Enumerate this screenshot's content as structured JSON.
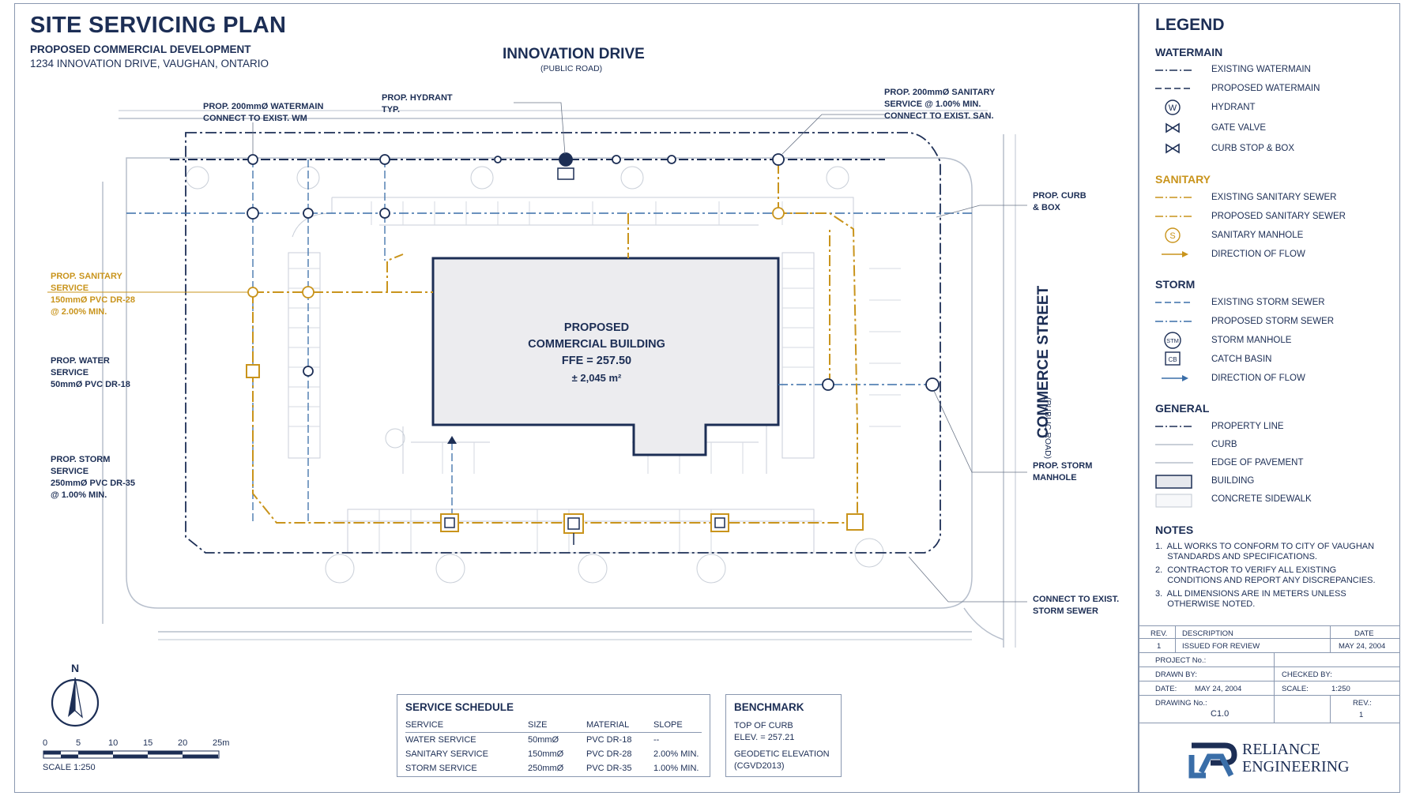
{
  "header": {
    "title": "SITE SERVICING PLAN",
    "subtitle1": "PROPOSED COMMERCIAL DEVELOPMENT",
    "subtitle2": "1234 INNOVATION DRIVE, VAUGHAN, ONTARIO"
  },
  "roads": {
    "north_name": "INNOVATION DRIVE",
    "north_sub": "(PUBLIC ROAD)",
    "east_name": "COMMERCE STREET",
    "east_sub": "(PUBLIC ROAD)"
  },
  "building": {
    "line1": "PROPOSED",
    "line2": "COMMERCIAL BUILDING",
    "ffe": "FFE = 257.50",
    "area": "± 2,045 m²"
  },
  "annotations": {
    "watermain": "PROP. 200mmØ WATERMAIN\nCONNECT TO EXIST. WM",
    "hydrant": "PROP. HYDRANT\nTYP.",
    "sanitary_conn": "PROP. 200mmØ SANITARY\nSERVICE @ 1.00% MIN.\nCONNECT TO EXIST. SAN.",
    "curb_box": "PROP. CURB\n& BOX",
    "san_service": "PROP. SANITARY\nSERVICE\n150mmØ PVC DR-28\n@ 2.00% MIN.",
    "water_service": "PROP. WATER\nSERVICE\n50mmØ PVC DR-18",
    "storm_service": "PROP. STORM\nSERVICE\n250mmØ PVC DR-35\n@ 1.00% MIN.",
    "storm_mh": "PROP. STORM\nMANHOLE",
    "storm_conn": "CONNECT TO EXIST.\nSTORM SEWER"
  },
  "legend": {
    "title": "LEGEND",
    "groups": [
      {
        "heading": "WATERMAIN",
        "color": "#1c2e55",
        "items": [
          {
            "symbol": "dashdot-navy",
            "label": "EXISTING WATERMAIN"
          },
          {
            "symbol": "dash-navy",
            "label": "PROPOSED WATERMAIN"
          },
          {
            "symbol": "hydrant-icon",
            "label": "HYDRANT"
          },
          {
            "symbol": "valve-icon",
            "label": "GATE VALVE"
          },
          {
            "symbol": "valve-icon",
            "label": "CURB STOP & BOX"
          }
        ]
      },
      {
        "heading": "SANITARY",
        "color": "#c9941c",
        "items": [
          {
            "symbol": "dashdot-gold",
            "label": "EXISTING SANITARY SEWER"
          },
          {
            "symbol": "dash-gold",
            "label": "PROPOSED SANITARY SEWER"
          },
          {
            "symbol": "sanitary-mh-icon",
            "label": "SANITARY MANHOLE"
          },
          {
            "symbol": "arrow-gold",
            "label": "DIRECTION OF FLOW"
          }
        ]
      },
      {
        "heading": "STORM",
        "color": "#1c2e55",
        "items": [
          {
            "symbol": "dashdot-blue",
            "label": "EXISTING STORM SEWER"
          },
          {
            "symbol": "dash-blue",
            "label": "PROPOSED STORM SEWER"
          },
          {
            "symbol": "storm-mh-icon",
            "label": "STORM MANHOLE"
          },
          {
            "symbol": "catch-basin-icon",
            "label": "CATCH BASIN"
          },
          {
            "symbol": "arrow-blue",
            "label": "DIRECTION OF FLOW"
          }
        ]
      },
      {
        "heading": "GENERAL",
        "color": "#1c2e55",
        "items": [
          {
            "symbol": "dashdot-navy",
            "label": "PROPERTY LINE"
          },
          {
            "symbol": "line-grey",
            "label": "CURB"
          },
          {
            "symbol": "line-grey",
            "label": "EDGE OF PAVEMENT"
          },
          {
            "symbol": "building-box",
            "label": "BUILDING"
          },
          {
            "symbol": "sidewalk-box",
            "label": "CONCRETE SIDEWALK"
          }
        ]
      }
    ]
  },
  "notes": {
    "heading": "NOTES",
    "items": [
      "1.  ALL WORKS TO CONFORM TO CITY OF VAUGHAN\n     STANDARDS AND SPECIFICATIONS.",
      "2.  CONTRACTOR TO VERIFY ALL EXISTING\n     CONDITIONS AND REPORT ANY DISCREPANCIES.",
      "3.  ALL DIMENSIONS ARE IN METERS UNLESS\n     OTHERWISE NOTED."
    ]
  },
  "revision_table": {
    "headers": [
      "REV.",
      "DESCRIPTION",
      "DATE"
    ],
    "row": [
      "1",
      "ISSUED FOR REVIEW",
      "MAY 24, 2004"
    ]
  },
  "title_block": {
    "project_no_label": "PROJECT No.:",
    "drawn_by_label": "DRAWN BY:",
    "checked_by_label": "CHECKED BY:",
    "date_label": "DATE:",
    "date_value": "MAY 24, 2004",
    "scale_label": "SCALE:",
    "scale_value": "1:250",
    "drawing_no_label": "DRAWING No.:",
    "drawing_no_value": "C1.0",
    "rev_label": "REV.:",
    "rev_value": "1"
  },
  "service_schedule": {
    "title": "SERVICE SCHEDULE",
    "headers": [
      "SERVICE",
      "SIZE",
      "MATERIAL",
      "SLOPE"
    ],
    "rows": [
      [
        "WATER SERVICE",
        "50mmØ",
        "PVC DR-18",
        "--"
      ],
      [
        "SANITARY SERVICE",
        "150mmØ",
        "PVC DR-28",
        "2.00% MIN."
      ],
      [
        "STORM SERVICE",
        "250mmØ",
        "PVC DR-35",
        "1.00% MIN."
      ]
    ]
  },
  "benchmark": {
    "title": "BENCHMARK",
    "line1": "TOP OF CURB",
    "line2": "ELEV. = 257.21",
    "line3": "GEODETIC ELEVATION",
    "line4": "(CGVD2013)"
  },
  "north_arrow": {
    "label": "N"
  },
  "scale_bar": {
    "ticks": [
      "0",
      "5",
      "10",
      "15",
      "20",
      "25m"
    ],
    "label": "SCALE 1:250"
  },
  "logo": {
    "line1": "RELIANCE",
    "line2": "ENGINEERING"
  },
  "colors": {
    "navy": "#1c2e55",
    "gold": "#c9941c",
    "storm_blue": "#3a6ea8",
    "grey": "#9aa3b2"
  }
}
